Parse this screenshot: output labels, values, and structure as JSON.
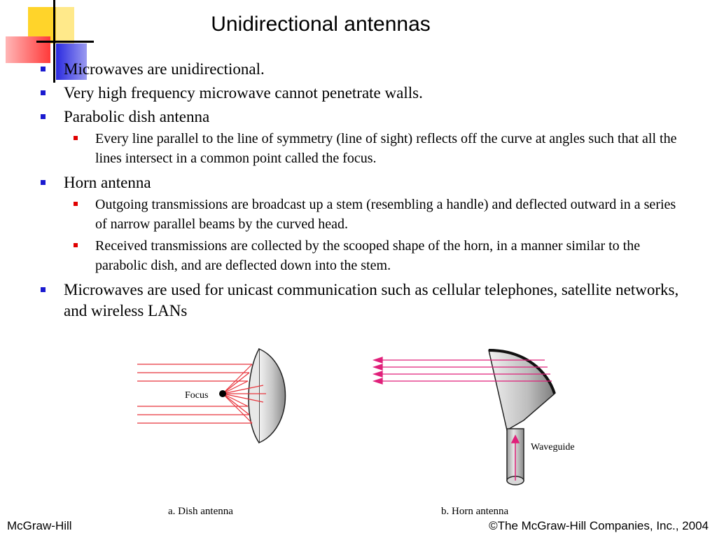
{
  "slide": {
    "title": "Unidirectional antennas",
    "bullets": [
      {
        "text": "Microwaves are unidirectional.",
        "sub": []
      },
      {
        "text": "Very high frequency microwave cannot penetrate walls.",
        "sub": []
      },
      {
        "text": "Parabolic dish antenna",
        "sub": [
          {
            "text": "Every line parallel to the line of symmetry (line of sight) reflects off the curve at angles such that all the lines intersect in a common point called the focus."
          }
        ]
      },
      {
        "text": "Horn antenna",
        "sub": [
          {
            "text": "Outgoing transmissions are broadcast up a stem (resembling a handle) and deflected outward in a series of narrow parallel beams by the curved head."
          },
          {
            "text": "Received transmissions are collected by the scooped shape of the horn, in a manner similar to the parabolic dish, and are deflected down into the stem."
          }
        ]
      },
      {
        "text": "Microwaves are used for unicast communication such as cellular telephones, satellite networks, and wireless LANs",
        "sub": []
      }
    ]
  },
  "figure": {
    "dish_focus_label": "Focus",
    "dish_caption": "a. Dish antenna",
    "horn_waveguide_label": "Waveguide",
    "horn_caption": "b. Horn antenna"
  },
  "footer": {
    "left": "McGraw-Hill",
    "right": "©The McGraw-Hill Companies, Inc., 2004"
  },
  "colors": {
    "bullet_level1": "#1a1ad0",
    "bullet_level2": "#e00000",
    "ray_red": "#e8343c",
    "ray_magenta": "#e0207a"
  }
}
